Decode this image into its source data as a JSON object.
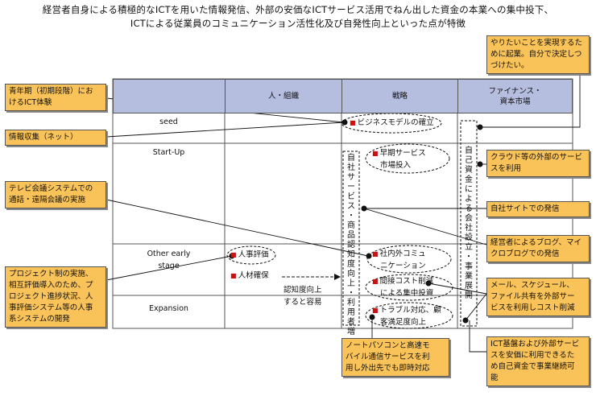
{
  "title_lines": [
    "経営者自身による積極的なICTを用いた情報発信、外部の安価なICTサービス活用でねん出した資金の本業への集中投下、",
    "ICTによる従業員のコミュニケーション活性化及び自発性向上といった点が特徴"
  ],
  "headers": {
    "people": "人・組織",
    "strategy": "戦略",
    "finance_1": "ファイナンス・",
    "finance_2": "資本市場"
  },
  "stages": {
    "seed": "seed",
    "startup": "Start-Up",
    "other_1": "Other early",
    "other_2": "stage",
    "expansion": "Expansion"
  },
  "items": {
    "business_model": "ビジネスモデルの確立",
    "early_service_1": "早期サービス",
    "early_service_2": "市場投入",
    "hr_eval": "人事評価",
    "hr_secure": "人材確保",
    "internal_comm_1": "社内外コミュ",
    "internal_comm_2": "ニケーション",
    "cost_cut_1": "間接コスト削減",
    "cost_cut_2": "による集中投資",
    "trouble_1": "トラブル対応、顧",
    "trouble_2": "客満足度向上"
  },
  "recognition_1": "認知度向上",
  "recognition_2": "すると容易",
  "vertical_strategy": "自社サービス・商品認知度向上・利用者増",
  "vertical_finance": "自己資金による会社設立・事業展開",
  "notes_left": {
    "youth_1": "青年期（初期段階）にお",
    "youth_2": "けるICT体験",
    "info": "情報収集（ネット）",
    "tv_1": "テレビ会議システムでの",
    "tv_2": "通話・遠隔会議の実施",
    "project_1": "プロジェクト制の実施、",
    "project_2": "相互評価導入のため、プ",
    "project_3": "ロジェクト進捗状況、人",
    "project_4": "事評価システム等の人事",
    "project_5": "系システムの開発"
  },
  "notes_right": {
    "want_1": "やりたいことを実現するた",
    "want_2": "めに起業。自分で決定しつ",
    "want_3": "づけたい。",
    "cloud_1": "クラウド等の外部のサービ",
    "cloud_2": "スを利用",
    "site": "自社サイトでの発信",
    "blog_1": "経営者によるブログ、マイ",
    "blog_2": "クロブログでの発信",
    "mail_1": "メール、スケジュール、",
    "mail_2": "ファイル共有を外部サー",
    "mail_3": "ビスを利用しコスト削減",
    "ict_1": "ICT基盤および外部サービ",
    "ict_2": "スを安価に利用できるた",
    "ict_3": "め自己資金で事業継続可",
    "ict_4": "能"
  },
  "notes_bottom": {
    "pc_1": "ノートパソコンと高速モ",
    "pc_2": "バイル通信サービスを利",
    "pc_3": "用し外出先でも即時対応"
  }
}
